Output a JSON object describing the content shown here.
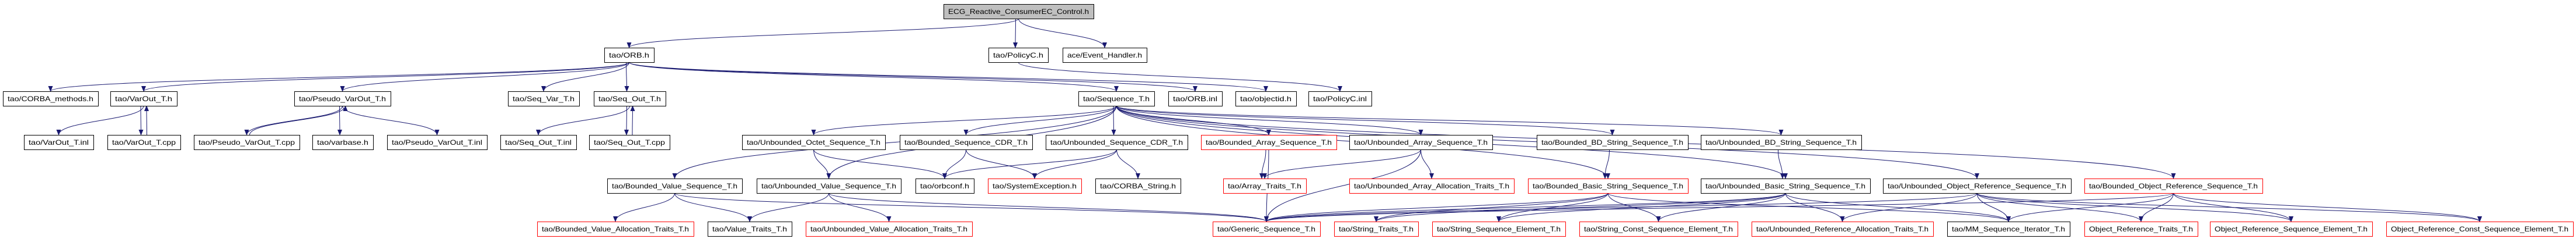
{
  "colors": {
    "edge": "#191970",
    "root_fill": "#bfbfbf",
    "normal_border": "#000000",
    "truncated_border": "#ff0000"
  },
  "nodes": [
    {
      "label": "ECG_Reactive_ConsumerEC_Control.h",
      "style": "root"
    },
    {
      "label": "tao/ORB.h",
      "style": "normal"
    },
    {
      "label": "tao/PolicyC.h",
      "style": "normal"
    },
    {
      "label": "ace/Event_Handler.h",
      "style": "normal"
    },
    {
      "label": "tao/CORBA_methods.h",
      "style": "normal"
    },
    {
      "label": "tao/VarOut_T.h",
      "style": "normal"
    },
    {
      "label": "tao/Pseudo_VarOut_T.h",
      "style": "normal"
    },
    {
      "label": "tao/Seq_Var_T.h",
      "style": "normal"
    },
    {
      "label": "tao/Seq_Out_T.h",
      "style": "normal"
    },
    {
      "label": "tao/Sequence_T.h",
      "style": "normal"
    },
    {
      "label": "tao/ORB.inl",
      "style": "normal"
    },
    {
      "label": "tao/objectid.h",
      "style": "normal"
    },
    {
      "label": "tao/PolicyC.inl",
      "style": "normal"
    },
    {
      "label": "tao/VarOut_T.inl",
      "style": "normal"
    },
    {
      "label": "tao/VarOut_T.cpp",
      "style": "normal"
    },
    {
      "label": "tao/Pseudo_VarOut_T.cpp",
      "style": "normal"
    },
    {
      "label": "tao/varbase.h",
      "style": "normal"
    },
    {
      "label": "tao/Pseudo_VarOut_T.inl",
      "style": "normal"
    },
    {
      "label": "tao/Seq_Out_T.inl",
      "style": "normal"
    },
    {
      "label": "tao/Seq_Out_T.cpp",
      "style": "normal"
    },
    {
      "label": "tao/Unbounded_Octet_Sequence_T.h",
      "style": "normal"
    },
    {
      "label": "tao/Bounded_Sequence_CDR_T.h",
      "style": "normal"
    },
    {
      "label": "tao/Unbounded_Sequence_CDR_T.h",
      "style": "normal"
    },
    {
      "label": "tao/Bounded_Array_Sequence_T.h",
      "style": "truncated"
    },
    {
      "label": "tao/Unbounded_Array_Sequence_T.h",
      "style": "normal"
    },
    {
      "label": "tao/Bounded_BD_String_Sequence_T.h",
      "style": "normal"
    },
    {
      "label": "tao/Unbounded_BD_String_Sequence_T.h",
      "style": "normal"
    },
    {
      "label": "tao/Bounded_Value_Sequence_T.h",
      "style": "normal"
    },
    {
      "label": "tao/Unbounded_Value_Sequence_T.h",
      "style": "normal"
    },
    {
      "label": "tao/orbconf.h",
      "style": "normal"
    },
    {
      "label": "tao/SystemException.h",
      "style": "truncated"
    },
    {
      "label": "tao/CORBA_String.h",
      "style": "normal"
    },
    {
      "label": "tao/Array_Traits_T.h",
      "style": "truncated"
    },
    {
      "label": "tao/Unbounded_Array_Allocation_Traits_T.h",
      "style": "truncated"
    },
    {
      "label": "tao/Bounded_Basic_String_Sequence_T.h",
      "style": "truncated"
    },
    {
      "label": "tao/Unbounded_Basic_String_Sequence_T.h",
      "style": "normal"
    },
    {
      "label": "tao/Unbounded_Object_Reference_Sequence_T.h",
      "style": "normal"
    },
    {
      "label": "tao/Bounded_Object_Reference_Sequence_T.h",
      "style": "truncated"
    },
    {
      "label": "tao/Bounded_Value_Allocation_Traits_T.h",
      "style": "truncated"
    },
    {
      "label": "tao/Value_Traits_T.h",
      "style": "normal"
    },
    {
      "label": "tao/Unbounded_Value_Allocation_Traits_T.h",
      "style": "truncated"
    },
    {
      "label": "tao/Generic_Sequence_T.h",
      "style": "truncated"
    },
    {
      "label": "tao/String_Traits_T.h",
      "style": "truncated"
    },
    {
      "label": "tao/String_Sequence_Element_T.h",
      "style": "truncated"
    },
    {
      "label": "tao/String_Const_Sequence_Element_T.h",
      "style": "truncated"
    },
    {
      "label": "tao/Unbounded_Reference_Allocation_Traits_T.h",
      "style": "truncated"
    },
    {
      "label": "tao/MM_Sequence_Iterator_T.h",
      "style": "normal"
    },
    {
      "label": "Object_Reference_Traits_T.h",
      "style": "truncated"
    },
    {
      "label": "Object_Reference_Sequence_Element_T.h",
      "style": "truncated"
    },
    {
      "label": "Object_Reference_Const_Sequence_Element_T.h",
      "style": "truncated"
    }
  ],
  "edges": [
    [
      0,
      1
    ],
    [
      0,
      2
    ],
    [
      0,
      3
    ],
    [
      1,
      4
    ],
    [
      1,
      5
    ],
    [
      1,
      6
    ],
    [
      1,
      7
    ],
    [
      1,
      8
    ],
    [
      1,
      9
    ],
    [
      1,
      10
    ],
    [
      1,
      11
    ],
    [
      2,
      12
    ],
    [
      5,
      13
    ],
    [
      5,
      14
    ],
    [
      14,
      5
    ],
    [
      6,
      15
    ],
    [
      6,
      16
    ],
    [
      6,
      17
    ],
    [
      15,
      6
    ],
    [
      8,
      18
    ],
    [
      8,
      19
    ],
    [
      19,
      8
    ],
    [
      9,
      20
    ],
    [
      9,
      21
    ],
    [
      9,
      22
    ],
    [
      9,
      23
    ],
    [
      9,
      24
    ],
    [
      9,
      25
    ],
    [
      9,
      26
    ],
    [
      9,
      27
    ],
    [
      9,
      28
    ],
    [
      9,
      34
    ],
    [
      9,
      35
    ],
    [
      9,
      36
    ],
    [
      9,
      37
    ],
    [
      20,
      28
    ],
    [
      20,
      29
    ],
    [
      21,
      29
    ],
    [
      21,
      30
    ],
    [
      22,
      29
    ],
    [
      22,
      30
    ],
    [
      22,
      31
    ],
    [
      23,
      32
    ],
    [
      23,
      41
    ],
    [
      24,
      32
    ],
    [
      24,
      41
    ],
    [
      24,
      33
    ],
    [
      25,
      34
    ],
    [
      26,
      35
    ],
    [
      27,
      38
    ],
    [
      27,
      39
    ],
    [
      27,
      41
    ],
    [
      28,
      39
    ],
    [
      28,
      40
    ],
    [
      28,
      41
    ],
    [
      34,
      41
    ],
    [
      34,
      42
    ],
    [
      34,
      43
    ],
    [
      34,
      44
    ],
    [
      34,
      46
    ],
    [
      35,
      41
    ],
    [
      35,
      42
    ],
    [
      35,
      43
    ],
    [
      35,
      44
    ],
    [
      35,
      45
    ],
    [
      35,
      46
    ],
    [
      36,
      41
    ],
    [
      36,
      45
    ],
    [
      36,
      46
    ],
    [
      36,
      47
    ],
    [
      36,
      48
    ],
    [
      36,
      49
    ],
    [
      37,
      41
    ],
    [
      37,
      46
    ],
    [
      37,
      47
    ],
    [
      37,
      48
    ],
    [
      37,
      49
    ]
  ]
}
